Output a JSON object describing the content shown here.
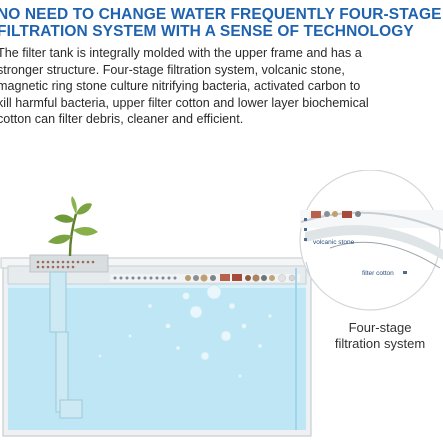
{
  "headline": {
    "line1": "NO NEED TO CHANGE WATER FREQUENTLY FOUR-STAGE",
    "line2": "FILTRATION SYSTEM WITH A SENSE OF TECHNOLOGY"
  },
  "description": {
    "line1": "The filter tank is integrally molded with the upper frame and has a",
    "line2": "stronger structure. Four-stage filtration system, volcanic stone,",
    "line3": "magnetic ring stone culture nitrifying bacteria, activated carbon to",
    "line4": "kill harmful bacteria, upper filter cotton and lower layer biochemical",
    "line5": "cotton can filter debris, cleaner and efficient."
  },
  "callout": {
    "volcanic_label": "volcanic stone",
    "filter_label": "filter cotton",
    "caption_line1": "Four-stage",
    "caption_line2": "filtration system"
  },
  "colors": {
    "headline": "#1f63b0",
    "water": "#bfe6f4",
    "water_dark": "#9fd6ec",
    "frame": "#dfe3e6",
    "plant": "#6f9a3a"
  },
  "icons": [
    "plant-icon",
    "filter-stone-icon",
    "zoom-callout-icon"
  ]
}
